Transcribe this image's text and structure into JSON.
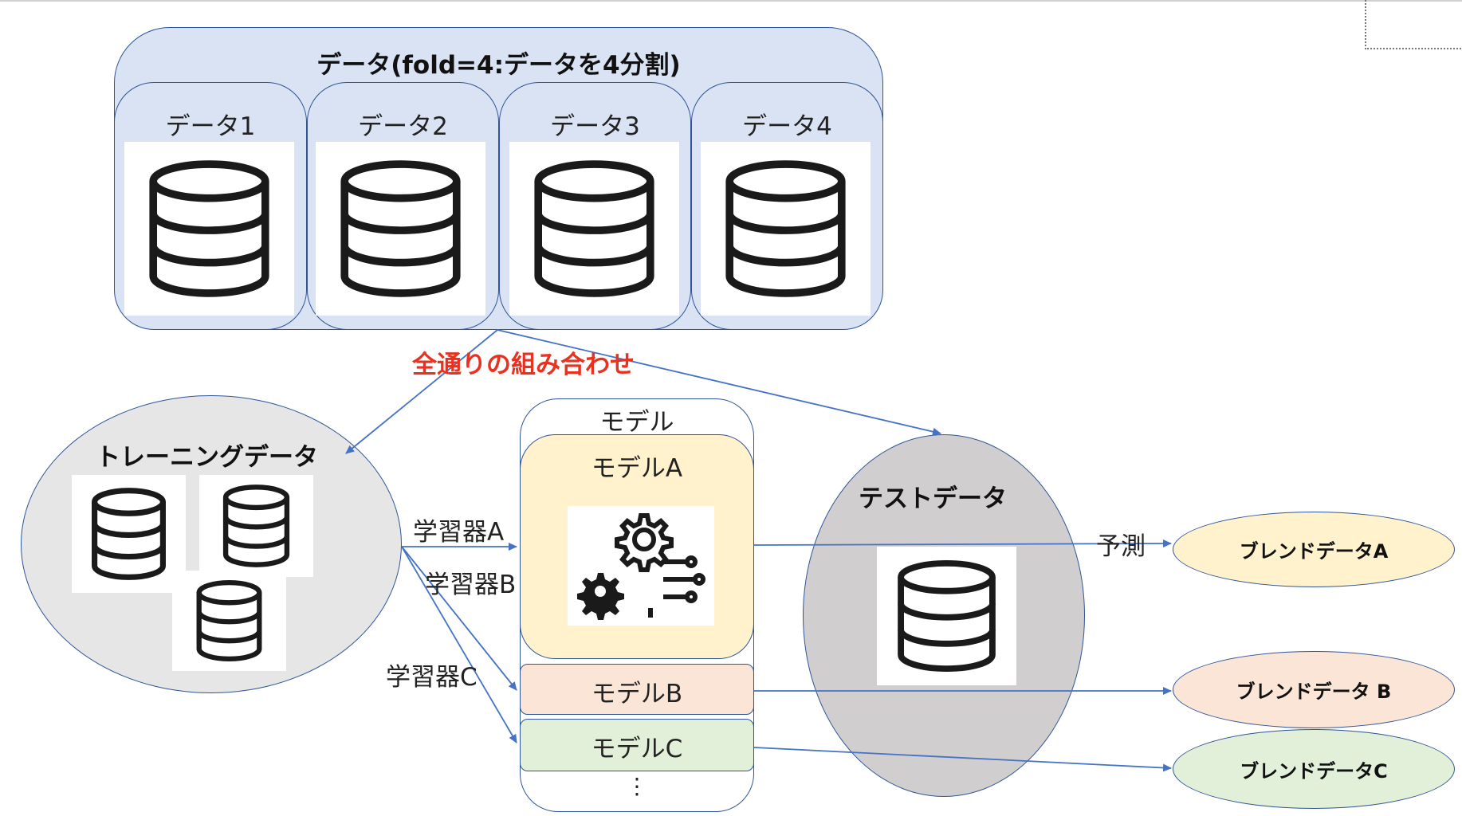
{
  "data_group": {
    "title": "データ(fold=4:データを4分割)",
    "parts": [
      "データ1",
      "データ2",
      "データ3",
      "データ4"
    ]
  },
  "combination_label": "全通りの組み合わせ",
  "training": {
    "title": "トレーニングデータ"
  },
  "models": {
    "title": "モデル",
    "items": [
      "モデルA",
      "モデルB",
      "モデルC"
    ],
    "ellipsis": "⋮"
  },
  "learners": [
    "学習器A",
    "学習器B",
    "学習器C"
  ],
  "test": {
    "title": "テストデータ"
  },
  "predict_label": "予測",
  "blend": [
    "ブレンドデータA",
    "ブレンドデータ B",
    "ブレンドデータC"
  ],
  "colors": {
    "outline": "#2f5597",
    "data_fill": "#dae3f3",
    "training_fill": "#e7e6e6",
    "test_fill": "#d0cece",
    "model_a_fill": "#fff2cc",
    "model_b_fill": "#fbe5d6",
    "model_c_fill": "#e2f0d9",
    "accent_red": "#e8311f",
    "arrow": "#4472c4"
  }
}
